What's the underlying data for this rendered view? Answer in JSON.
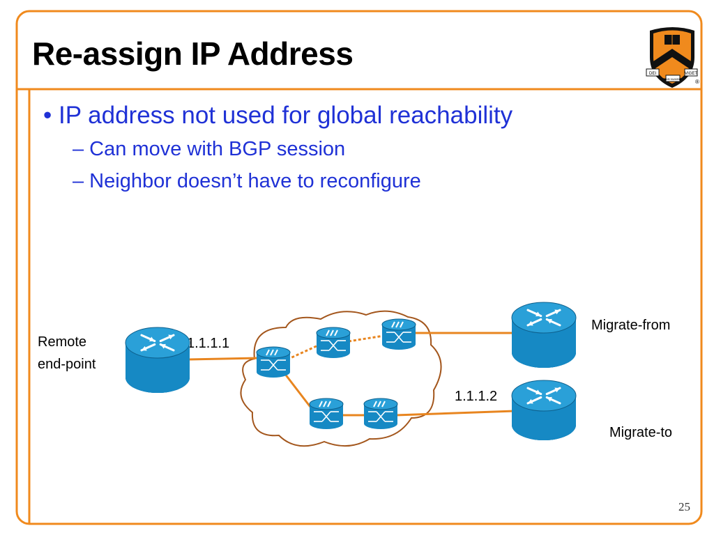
{
  "slide": {
    "title": "Re-assign IP Address",
    "bullet": "• IP address not used for global reachability",
    "subbullets": [
      "– Can move with BGP session",
      "– Neighbor doesn’t have to reconfigure"
    ],
    "page_number": "25"
  },
  "logo": {
    "motto_left": "DEI",
    "motto_center": "SUB NUMINE",
    "motto_right": "VIGET",
    "mark": "®"
  },
  "diagram": {
    "remote_label": [
      "Remote",
      "end-point"
    ],
    "ip_remote": "1.1.1.1",
    "ip_migrate": "1.1.1.2",
    "migrate_from": "Migrate-from",
    "migrate_to": "Migrate-to"
  },
  "colors": {
    "border": "#f08a1d",
    "bullet_text": "#1f31d6",
    "router_blue": "#1689c4",
    "cloud_stroke": "#a3561c",
    "link": "#e8851f"
  }
}
